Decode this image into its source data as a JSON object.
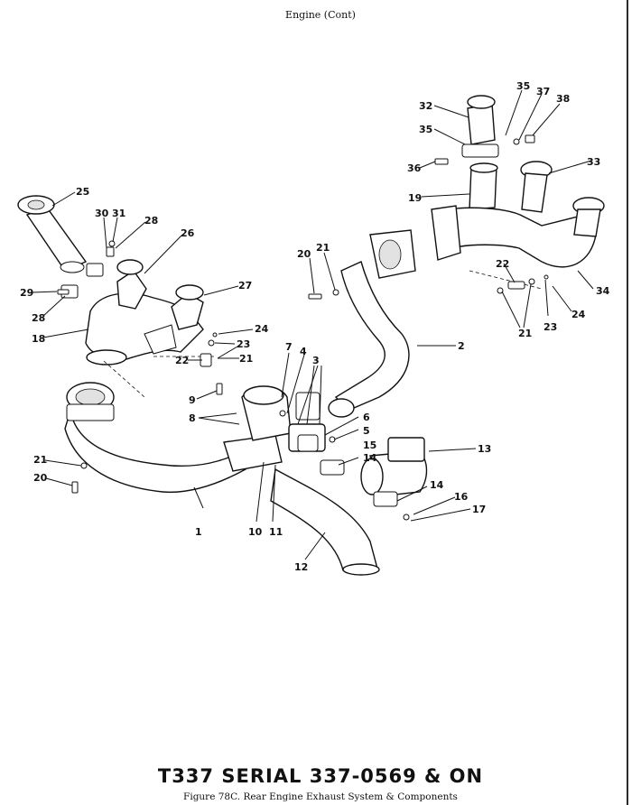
{
  "header": "Engine (Cont)",
  "serial_title": "T337 SERIAL 337-0569 & ON",
  "figure_caption": "Figure 78C.  Rear Engine Exhaust System & Components",
  "callouts": {
    "c1": "1",
    "c2": "2",
    "c3": "3",
    "c4": "4",
    "c5": "5",
    "c6": "6",
    "c7": "7",
    "c8": "8",
    "c9": "9",
    "c10": "10",
    "c11": "11",
    "c12": "12",
    "c13": "13",
    "c14": "14",
    "c15": "15",
    "c16": "16",
    "c17": "17",
    "c18": "18",
    "c19": "19",
    "c20": "20",
    "c21": "21",
    "c22": "22",
    "c23": "23",
    "c24": "24",
    "c25": "25",
    "c26": "26",
    "c27": "27",
    "c28": "28",
    "c29": "29",
    "c30": "30",
    "c31": "31",
    "c32": "32",
    "c33": "33",
    "c34": "34",
    "c35": "35",
    "c36": "36",
    "c37": "37",
    "c38": "38"
  }
}
